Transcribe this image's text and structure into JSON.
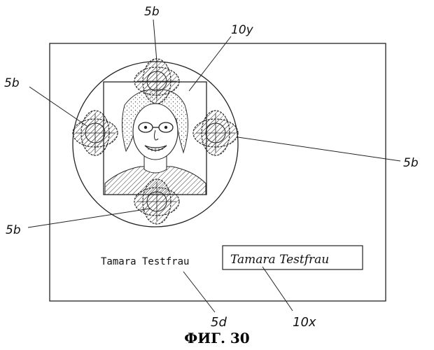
{
  "labels": {
    "top": "5b",
    "top_right": "10y",
    "left": "5b",
    "right": "5b",
    "bottom_left": "5b",
    "name_ref": "5d",
    "signature_ref": "10x"
  },
  "card": {
    "printed_name": "Tamara Testfrau",
    "signature": "Tamara Testfrau"
  },
  "caption": "ФИГ. 30"
}
